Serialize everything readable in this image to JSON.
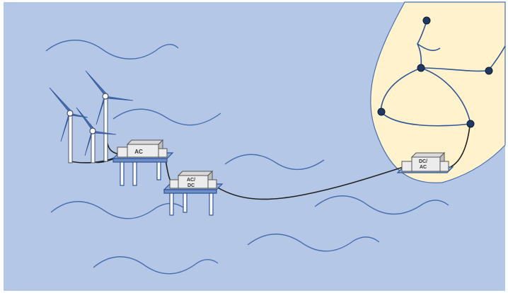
{
  "colors": {
    "sea": "#b4c7e7",
    "land": "#fff2cc",
    "wave": "#4a6fae",
    "cable": "#222222",
    "grid_line": "#2f5597",
    "node": "#1f3864",
    "platform_blue": "#8faadc",
    "platform_edge": "#2f5597",
    "box_top": "#d9d9d9",
    "box_front": "#ececec",
    "box_side": "#bfbfbf",
    "turbine": "#44546a"
  },
  "stations": {
    "ac": {
      "label": "AC"
    },
    "acdc": {
      "label_line1": "AC/",
      "label_line2": "DC"
    },
    "dcac": {
      "label_line1": "DC/",
      "label_line2": "AC"
    }
  },
  "icons": [
    "wind-turbine-icon",
    "offshore-platform-icon",
    "converter-box-icon",
    "grid-node-icon"
  ]
}
